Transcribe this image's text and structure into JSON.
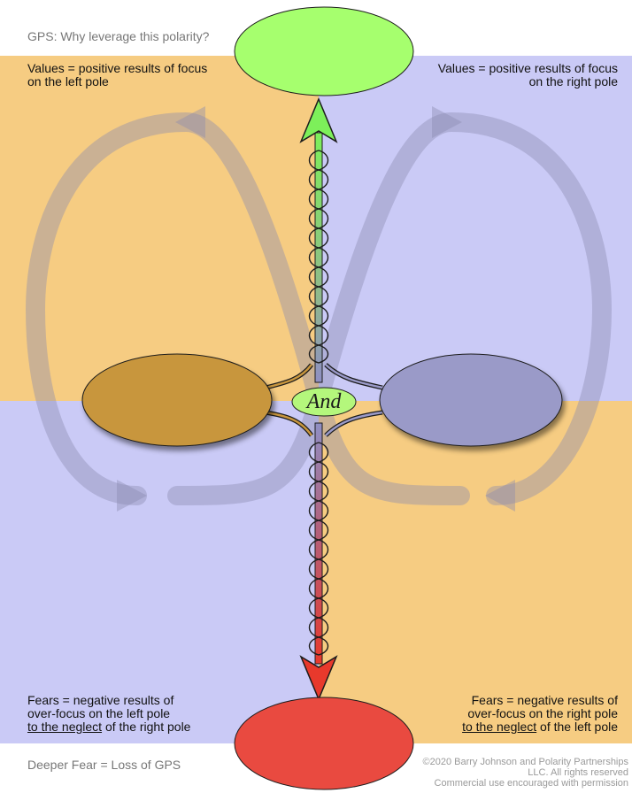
{
  "header": {
    "gps_question": "GPS: Why leverage this polarity?"
  },
  "quadrants": {
    "upper_left": {
      "line1": "Values = positive results of focus",
      "line2": "on the left pole"
    },
    "upper_right": {
      "line1": "Values = positive results of focus",
      "line2": "on the right pole"
    },
    "lower_left": {
      "line1": "Fears = negative results of",
      "line2": "over-focus on the left pole",
      "line3_underlined": "to the neglect",
      "line3_rest": " of the right pole"
    },
    "lower_right": {
      "line1": "Fears = negative results of",
      "line2": "over-focus on the right pole",
      "line3_underlined": "to the neglect",
      "line3_rest": " of the left pole"
    }
  },
  "center": {
    "and_label": "And"
  },
  "footer": {
    "deeper_fear": "Deeper Fear = Loss of GPS",
    "copyright_line1": "©2020 Barry Johnson and Polarity Partnerships",
    "copyright_line2": "LLC. All rights reserved",
    "copyright_line3": "Commercial use encouraged with permission"
  },
  "colors": {
    "upper_left_bg": "#f6cc82",
    "upper_right_bg": "#cacaf6",
    "lower_left_bg": "#cacaf6",
    "lower_right_bg": "#f6cc82",
    "left_pole": "#c8963e",
    "right_pole": "#9a9ac8",
    "gps_ellipse": "#a6ff6e",
    "deeper_fear_ellipse": "#e94a40",
    "and_pill": "#b4f77c",
    "infinity_loop": "#8a8ab0"
  }
}
